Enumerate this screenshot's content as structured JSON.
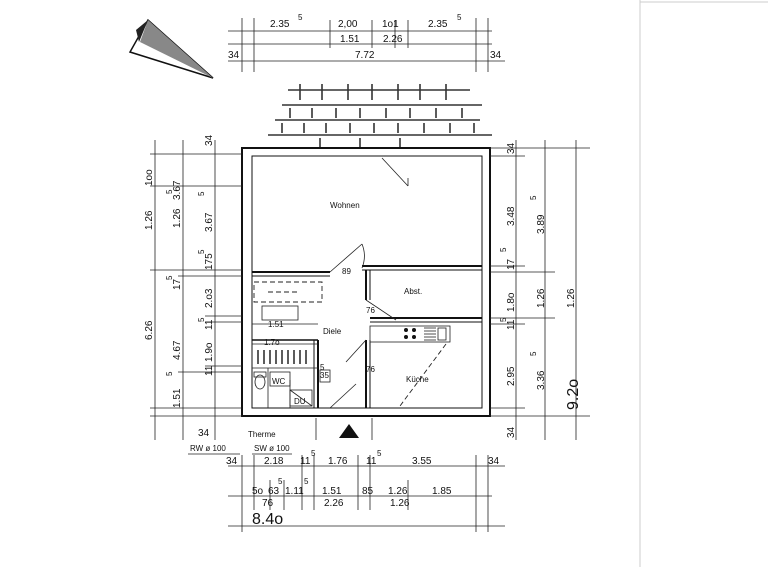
{
  "plan": {
    "rooms": {
      "living": "Wohnen",
      "storage": "Abst.",
      "hall": "Diele",
      "kitchen": "Küche",
      "wc": "WC",
      "shower": "DU"
    },
    "notes": {
      "therme": "Therme",
      "rw": "RW ø 100",
      "sw": "SW ø 100",
      "door_89": "89",
      "door_76a": "76",
      "door_76b": "76",
      "dim_151_inner": "1.51",
      "dim_170_inner": "1.7o",
      "dim_35": "35",
      "sup_inner": "5"
    },
    "top_dims": {
      "row1": [
        "2.35",
        "2,00",
        "1o1",
        "2.35"
      ],
      "row1_sups": [
        "5",
        "5"
      ],
      "row2": [
        "1.51",
        "2.26"
      ],
      "row3": [
        "34",
        "7.72",
        "34"
      ]
    },
    "left_dims": {
      "col1": [
        "1.26",
        "1oo",
        "6.26",
        "34"
      ],
      "col2": [
        "1.26",
        "17",
        "4.67",
        "1.51"
      ],
      "col2_sups": [
        "5",
        "5"
      ],
      "col3": [
        "3.67",
        "175",
        "2.o3",
        "11",
        "1.9o",
        "11"
      ],
      "col3_sups": [
        "5",
        "5",
        "5",
        "5"
      ]
    },
    "right_dims": {
      "col1": [
        "34",
        "3.48",
        "17",
        "1.8o",
        "11",
        "2.95",
        "34"
      ],
      "col1_sups": [
        "5",
        "5"
      ],
      "col2": [
        "3.89",
        "1.26",
        "3.36"
      ],
      "col2_sups": [
        "5",
        "5"
      ],
      "col3": [
        "1.26",
        "9.2o"
      ]
    },
    "bottom_dims": {
      "row1": [
        "34",
        "2.18",
        "11",
        "1.76",
        "11",
        "3.55",
        "34"
      ],
      "row1_sups": [
        "5",
        "5"
      ],
      "row2": [
        "5o",
        "63",
        "1.11",
        "1.51",
        "85",
        "1.26",
        "1.85"
      ],
      "row2_sups": [
        "5",
        "5"
      ],
      "row3": [
        "76",
        "2.26",
        "1.26"
      ],
      "total": "8.4o"
    }
  }
}
